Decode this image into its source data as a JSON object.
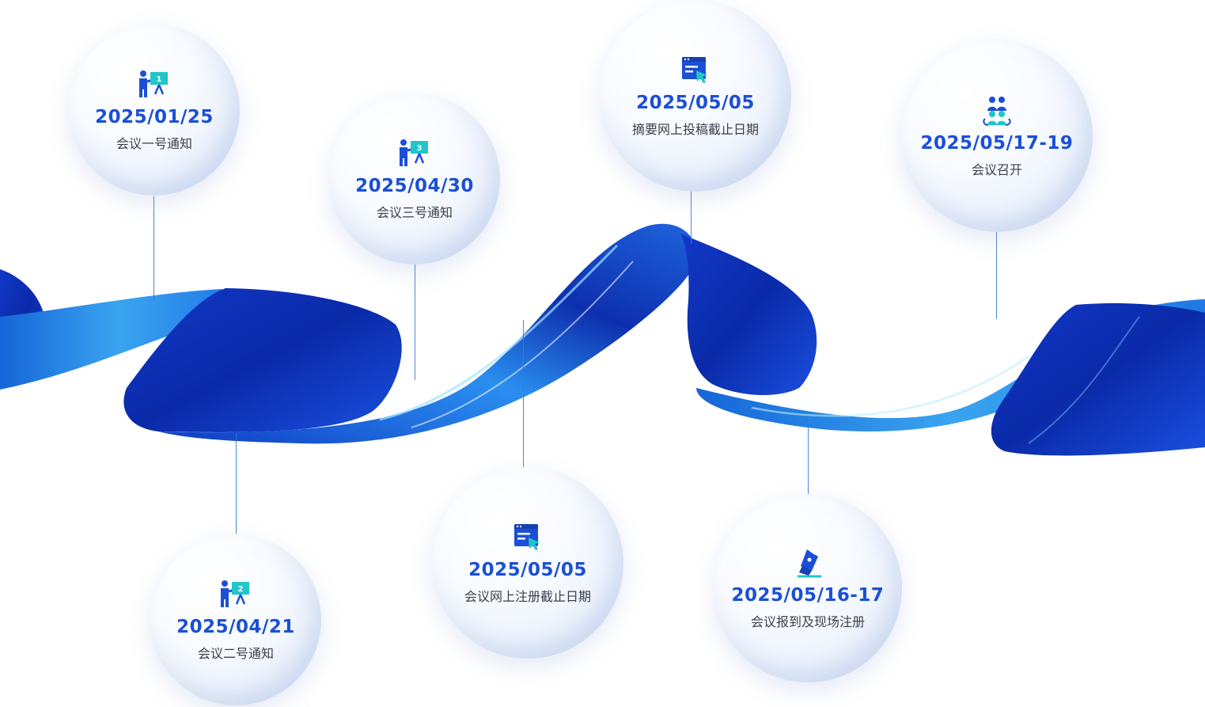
{
  "colors": {
    "date_text": "#1b4fd6",
    "label_text": "#3a3f4a",
    "icon_blue": "#1b4fd6",
    "icon_teal": "#20c6c8",
    "ribbon_dark": "#0a2fb8",
    "ribbon_mid": "#1a6be0",
    "ribbon_light": "#4fc3f7"
  },
  "milestones": [
    {
      "id": "m1",
      "icon": "presenter-board-icon",
      "badge": "1",
      "date": "2025/01/25",
      "label": "会议一号通知"
    },
    {
      "id": "m2",
      "icon": "presenter-board-icon",
      "badge": "2",
      "date": "2025/04/21",
      "label": "会议二号通知"
    },
    {
      "id": "m3",
      "icon": "presenter-board-icon",
      "badge": "3",
      "date": "2025/04/30",
      "label": "会议三号通知"
    },
    {
      "id": "m4",
      "icon": "browser-window-cursor-icon",
      "date": "2025/05/05",
      "label": "会议网上注册截止日期"
    },
    {
      "id": "m5",
      "icon": "browser-window-cursor-icon",
      "date": "2025/05/05",
      "label": "摘要网上投稿截止日期"
    },
    {
      "id": "m6",
      "icon": "fountain-pen-icon",
      "date": "2025/05/16-17",
      "label": "会议报到及现场注册"
    },
    {
      "id": "m7",
      "icon": "group-people-icon",
      "date": "2025/05/17-19",
      "label": "会议召开"
    }
  ]
}
